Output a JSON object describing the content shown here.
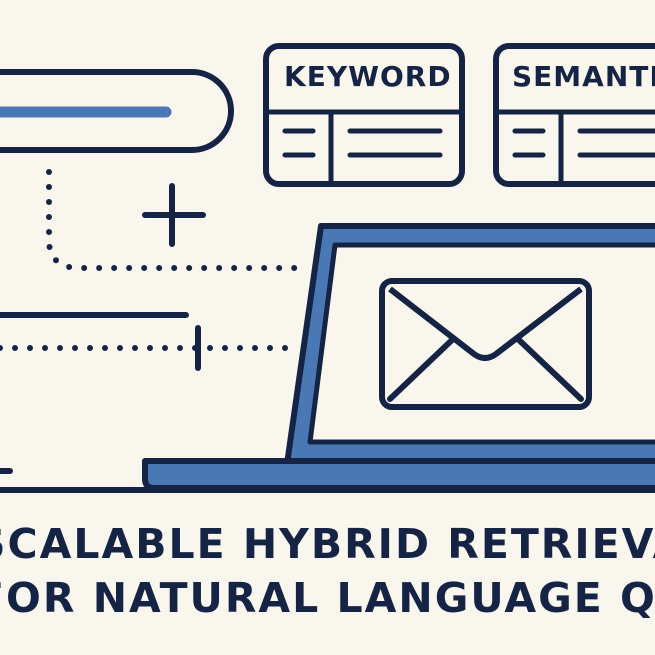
{
  "colors": {
    "background": "#f9f6ee",
    "ink": "#152445",
    "accent": "#4a78b5"
  },
  "cards": [
    {
      "title": "KEYWORD",
      "icon": "table-icon"
    },
    {
      "title": "SEMANTIC",
      "icon": "table-icon"
    }
  ],
  "laptop": {
    "screen_icon": "envelope-icon"
  },
  "plus_icon": "plus-icon",
  "caption": {
    "line1": "SCALABLE HYBRID RETRIEVAL",
    "line2": "FOR NATURAL LANGUAGE QUERIES"
  }
}
